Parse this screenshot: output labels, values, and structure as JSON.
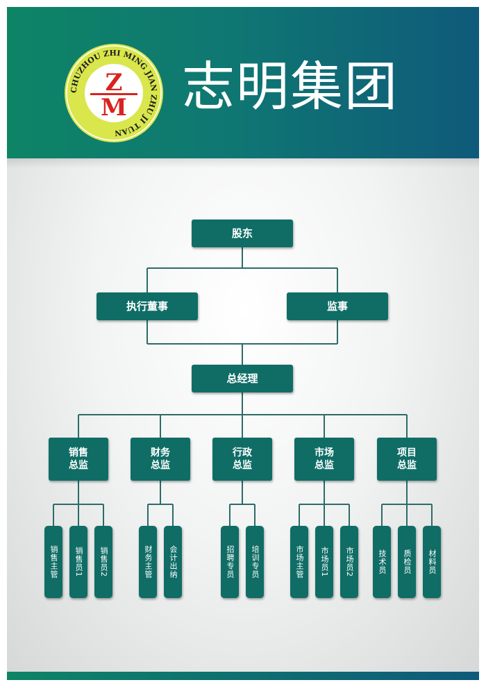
{
  "header": {
    "title": "志明集团",
    "logo": {
      "letters_top": "Z",
      "letters_bottom": "M",
      "ring_text": "CHUZHOU ZHI MING JIAN ZHU JI TUAN",
      "ring_color": "#d9e64c",
      "letter_color": "#d8231f"
    }
  },
  "colors": {
    "header_start": "#0e8466",
    "header_end": "#0f5a7a",
    "node_fill": "#0f6d66",
    "connector": "#2c6b68"
  },
  "org": {
    "shareholders": "股东",
    "executive_director": "执行董事",
    "supervisor": "监事",
    "general_manager": "总经理",
    "departments": [
      {
        "line1": "销售",
        "line2": "总监",
        "staff": [
          "销售主管",
          "销售员1",
          "销售员2"
        ]
      },
      {
        "line1": "财务",
        "line2": "总监",
        "staff": [
          "财务主管",
          "会计出纳"
        ]
      },
      {
        "line1": "行政",
        "line2": "总监",
        "staff": [
          "招聘专员",
          "培训专员"
        ]
      },
      {
        "line1": "市场",
        "line2": "总监",
        "staff": [
          "市场主管",
          "市场员1",
          "市场员2"
        ]
      },
      {
        "line1": "项目",
        "line2": "总监",
        "staff": [
          "技术员",
          "质检员",
          "材料员"
        ]
      }
    ]
  }
}
